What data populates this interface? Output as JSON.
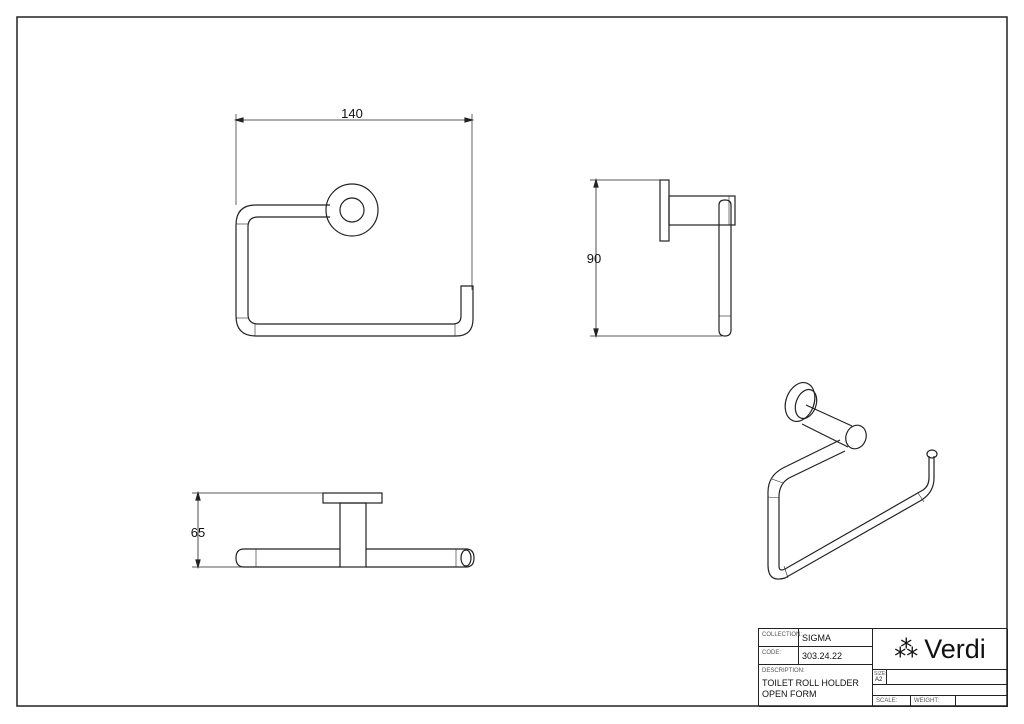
{
  "dimensions": {
    "width": "140",
    "height": "90",
    "depth": "65"
  },
  "title_block": {
    "collection_label": "COLLECTION:",
    "collection": "SIGMA",
    "code_label": "CODE:",
    "code": "303.24.22",
    "description_label": "DESCRIPTION:",
    "description": "TOILET ROLL HOLDER OPEN FORM",
    "brand": "Verdi",
    "size_label": "SIZE:",
    "size": "A2",
    "scale_label": "SCALE:",
    "weight_label": "WEIGHT:"
  },
  "colors": {
    "line": "#222222"
  }
}
